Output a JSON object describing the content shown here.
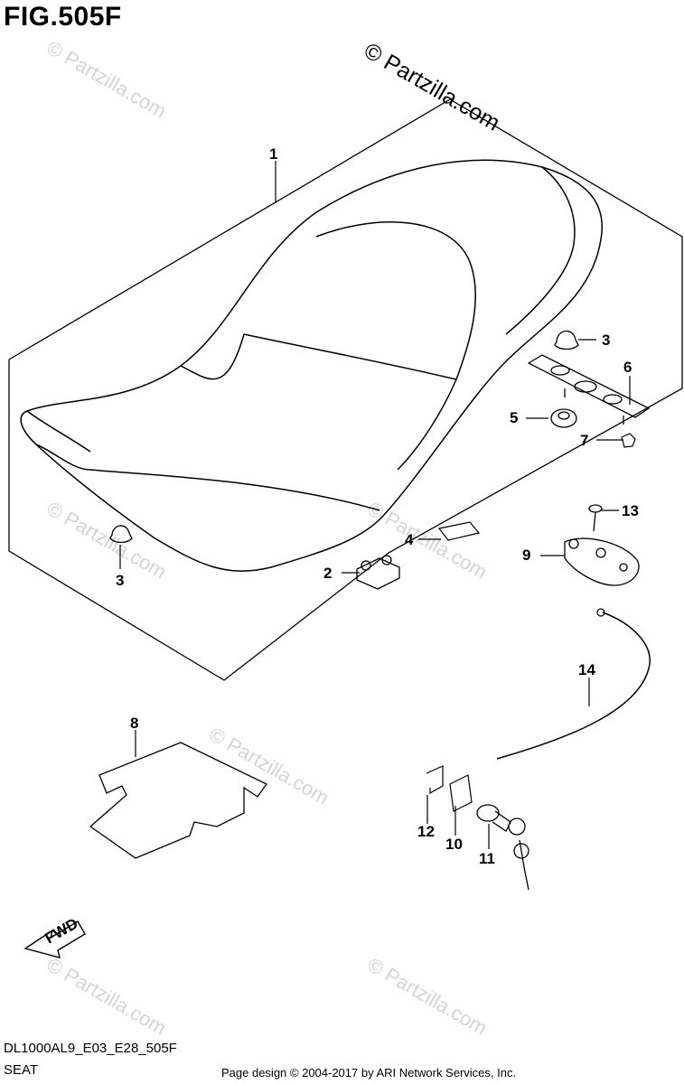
{
  "figure": {
    "title": "FIG.505F",
    "model_code": "DL1000AL9_E03_E28_505F",
    "section": "SEAT",
    "copyright_mark": "© Partzilla.com",
    "credit": "Page design © 2004-2017 by ARI Network Services, Inc.",
    "fwd_label": "FWD"
  },
  "watermarks": [
    "© Partzilla.com",
    "© Partzilla.com",
    "© Partzilla.com",
    "© Partzilla.com",
    "© Partzilla.com",
    "© Partzilla.com"
  ],
  "callouts": [
    "1",
    "2",
    "3",
    "3",
    "4",
    "5",
    "6",
    "7",
    "8",
    "9",
    "10",
    "11",
    "12",
    "13",
    "14"
  ]
}
